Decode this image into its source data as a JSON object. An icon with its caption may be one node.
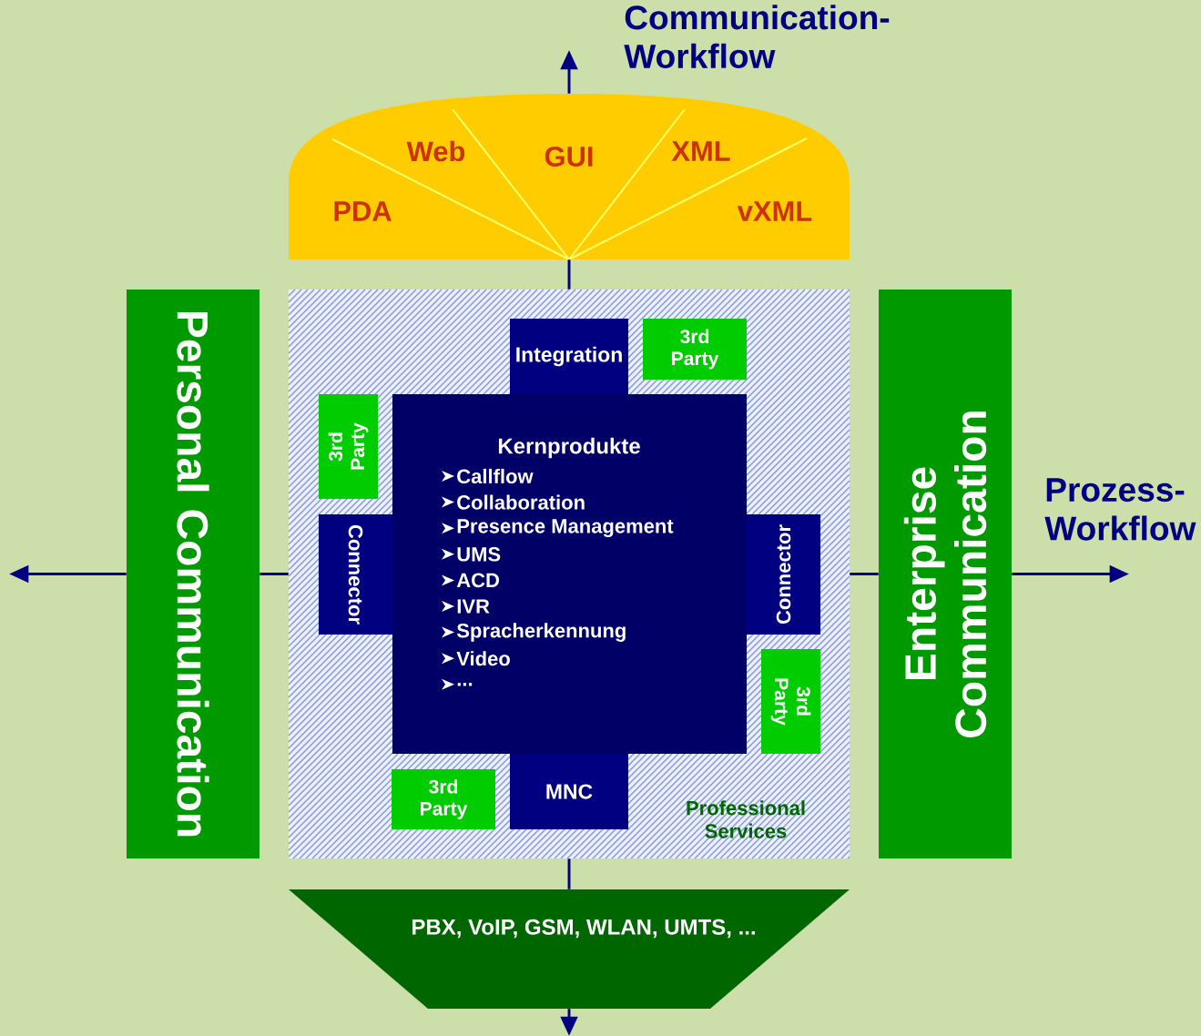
{
  "diagram": {
    "nodes": [
      {
        "text": [
          "PDA",
          "Web",
          "GUI",
          "XML",
          "vXML"
        ]
      },
      {
        "text": [
          "Personal Communication"
        ]
      },
      {
        "text": [
          "Professional Services"
        ]
      },
      {
        "text": [
          "Integration"
        ],
        "in": 2
      },
      {
        "text": [
          "3rd Party"
        ],
        "in": 2
      },
      {
        "text": [
          "3rd Party"
        ],
        "in": 2
      },
      {
        "text": [
          "Kernprodukte",
          "Callflow",
          "Collaboration",
          "Presence Management",
          "UMS",
          "ACD",
          "IVR",
          "Spracherkennung",
          "Video",
          "..."
        ],
        "in": 2
      },
      {
        "text": [
          "Connector"
        ],
        "in": 2
      },
      {
        "text": [
          "Connector"
        ],
        "in": 2
      },
      {
        "text": [
          "3rd Party"
        ],
        "in": 2
      },
      {
        "text": [
          "3rd Party"
        ],
        "in": 2
      },
      {
        "text": [
          "MNC"
        ],
        "in": 2
      },
      {
        "text": [
          "Enterprise Communication"
        ]
      },
      {
        "text": [
          "PBX, VoIP, GSM, WLAN, UMTS, ..."
        ]
      }
    ],
    "edges": [
      {
        "from": 0,
        "to": null,
        "arrow": "to"
      },
      {
        "from": 0,
        "to": 2,
        "arrow": "none"
      },
      {
        "from": 2,
        "to": 1,
        "arrow": "none"
      },
      {
        "from": 1,
        "to": null,
        "arrow": "to"
      },
      {
        "from": 2,
        "to": 12,
        "arrow": "none"
      },
      {
        "from": 12,
        "to": null,
        "arrow": "to"
      },
      {
        "from": 2,
        "to": 13,
        "arrow": "none"
      },
      {
        "from": 13,
        "to": null,
        "arrow": "to"
      }
    ],
    "labels": [
      "Communication- Workflow",
      "Prozess- Workflow"
    ]
  }
}
